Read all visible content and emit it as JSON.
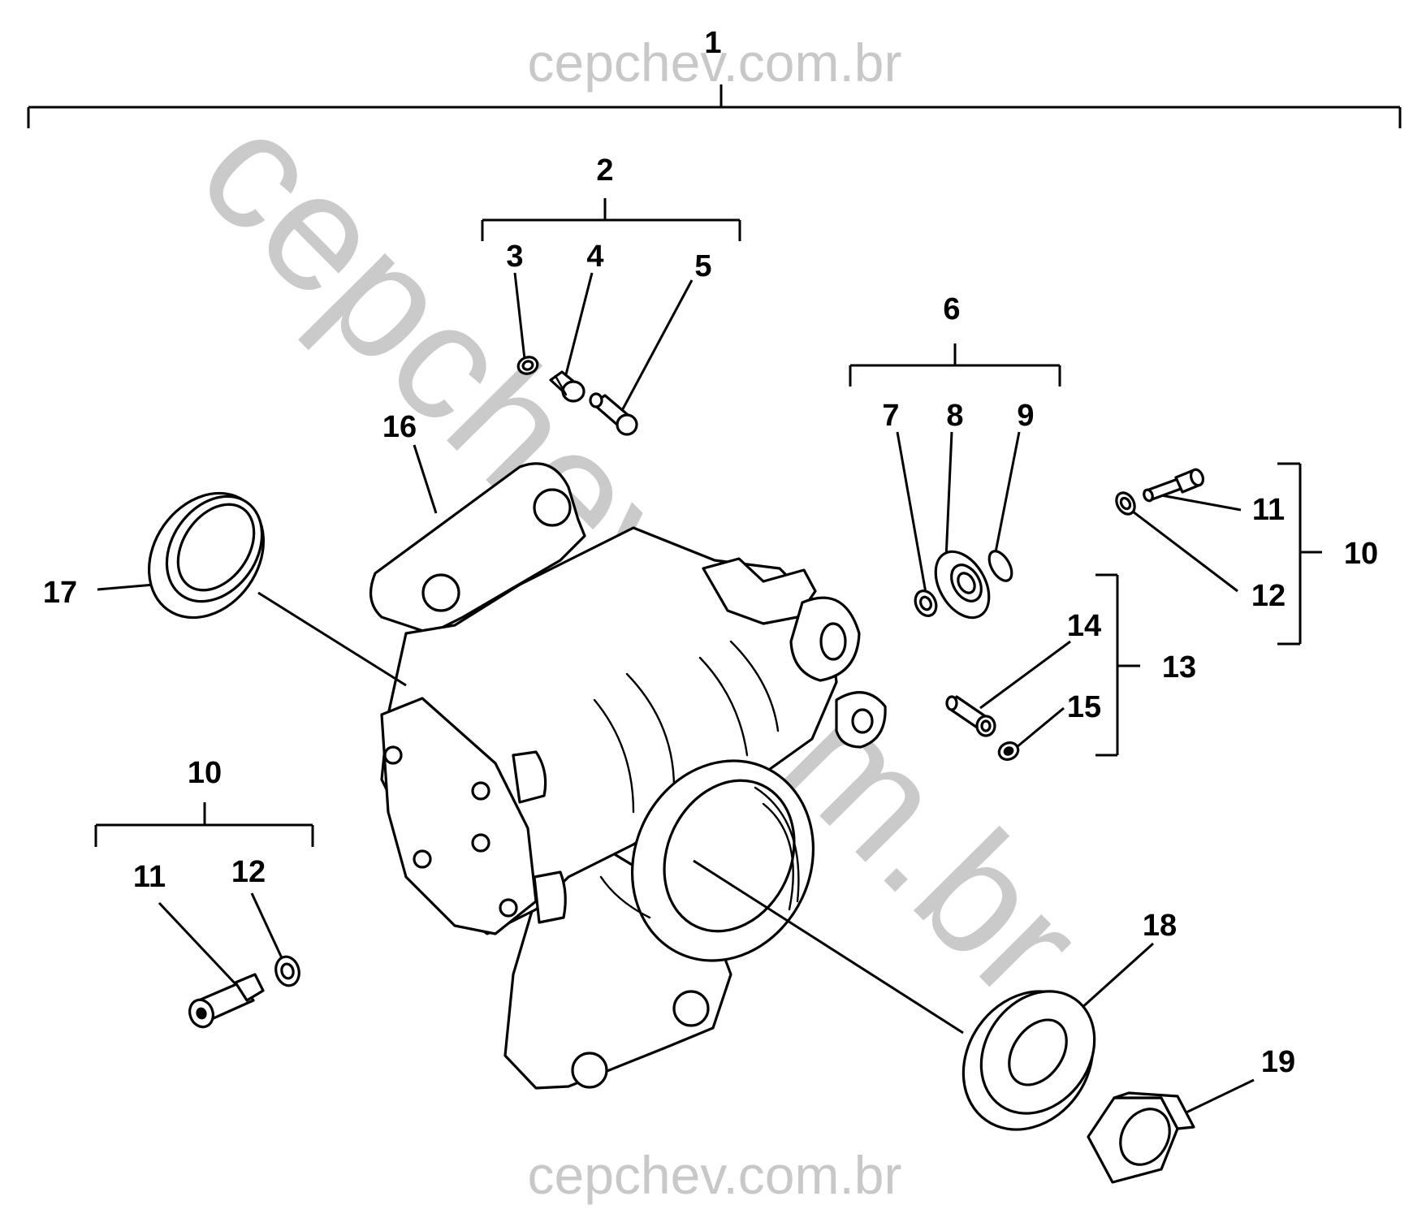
{
  "watermark": {
    "top": "cepchev.com.br",
    "diagonal": "cepchev.com.br",
    "bottom": "cepchev.com.br"
  },
  "callouts": {
    "c1": "1",
    "c2": "2",
    "c3": "3",
    "c4": "4",
    "c5": "5",
    "c6": "6",
    "c7": "7",
    "c8": "8",
    "c9": "9",
    "c10_right": "10",
    "c11_right": "11",
    "c12_right": "12",
    "c13": "13",
    "c14": "14",
    "c15": "15",
    "c16": "16",
    "c17": "17",
    "c18": "18",
    "c19": "19",
    "c10_left": "10",
    "c11_left": "11",
    "c12_left": "12"
  }
}
